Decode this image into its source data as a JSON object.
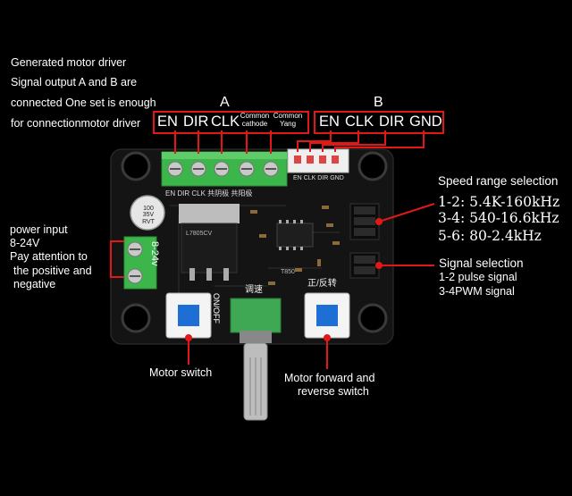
{
  "left_notes": {
    "line1": "Generated motor driver",
    "line2": "Signal output A and B are",
    "line3": "connected One set is enough",
    "line4": "for connectionmotor driver"
  },
  "group_a": {
    "letter": "A",
    "pins": [
      "EN",
      "DIR",
      "CLK"
    ],
    "common_cathode": "Common cathode",
    "common_yang": "Common Yang"
  },
  "group_b": {
    "letter": "B",
    "pins": [
      "EN",
      "CLK",
      "DIR",
      "GND"
    ]
  },
  "speed": {
    "title": "Speed range selection",
    "r1": "1-2: 5.4K-160kHz",
    "r2": "3-4: 540-16.6kHz",
    "r3": "5-6: 80-2.4kHz"
  },
  "signal": {
    "title": "Signal selection",
    "s1": "1-2 pulse signal",
    "s2": "3-4PWM signal"
  },
  "power": {
    "l1": "power input",
    "l2": "8-24V",
    "l3": "Pay attention to",
    "l4": "the positive and",
    "l5": "negative"
  },
  "motor_switch": "Motor switch",
  "fwd_rev": {
    "l1": "Motor forward and",
    "l2": "reverse switch"
  },
  "board": {
    "silk_a": "EN  DIR  CLK  共阴极  共阳极",
    "silk_b": "EN CLK DIR GND",
    "power_silk": "8-24v",
    "on_off": "ON/OFF",
    "speed_adj": "调速",
    "fwd_rev_silk": "正/反转",
    "cap": "100 35V RVT",
    "reg": "L7805CV",
    "ic_label": "T850"
  },
  "colors": {
    "accent": "#e01818",
    "board": "#151515",
    "terminal_green": "#3cb54a",
    "button_blue": "#1d6fd6"
  }
}
